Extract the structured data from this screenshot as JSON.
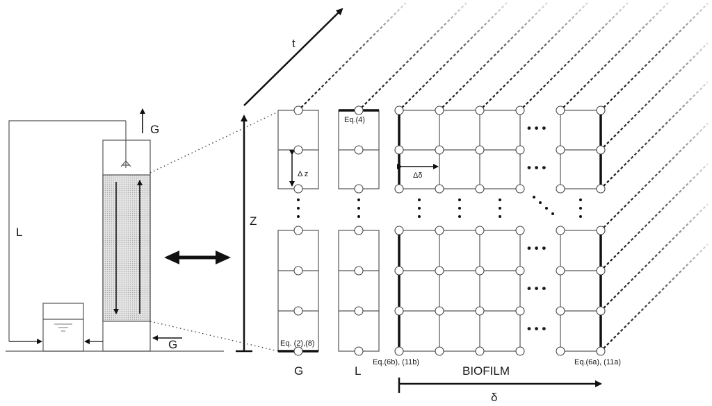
{
  "labels": {
    "time_axis": "t",
    "height_axis": "Z",
    "loop_liquid": "L",
    "gas_out": "G",
    "gas_in": "G",
    "dz": "Δ z",
    "ddelta": "Δδ",
    "eq4": "Eq.(4)",
    "eq2_8": "Eq. (2),(8)",
    "eq6b_11b": "Eq.(6b), (11b)",
    "eq6a_11a": "Eq.(6a), (11a)",
    "col_g": "G",
    "col_l": "L",
    "col_biofilm": "BIOFILM",
    "delta_axis": "δ",
    "ellipsis": "• • •"
  },
  "colors": {
    "packing": "#d9d9d9",
    "ink": "#1a1a1a"
  }
}
